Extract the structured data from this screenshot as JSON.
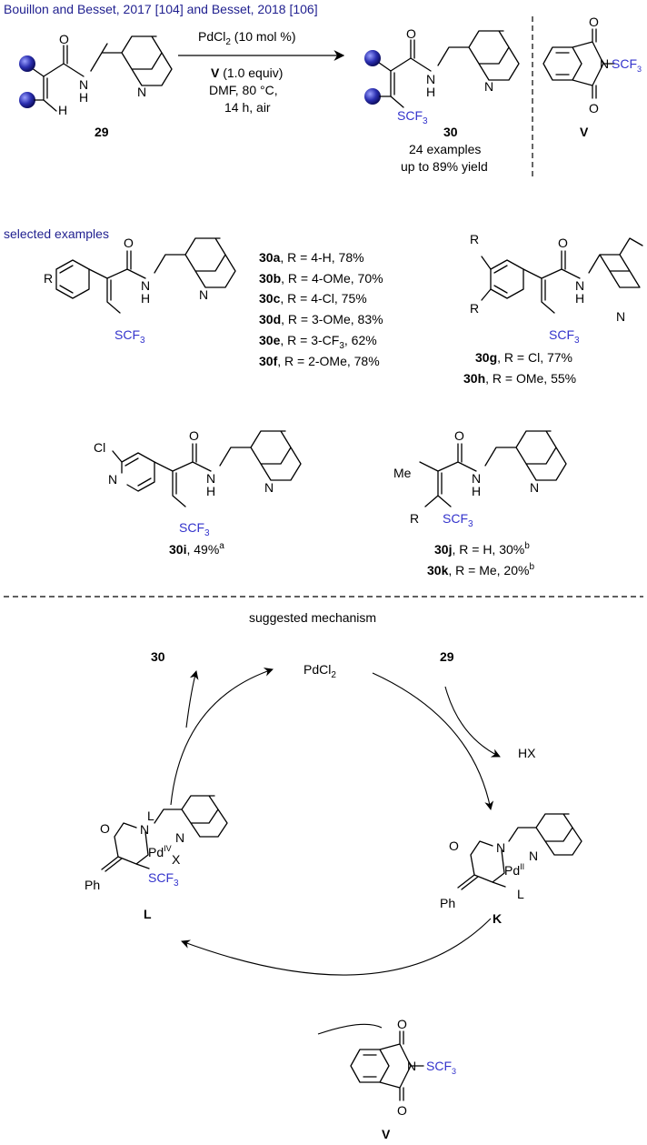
{
  "header": {
    "citation": "Bouillon and Besset, 2017 [104] and Besset, 2018 [106]"
  },
  "reaction": {
    "catalyst": "PdCl",
    "catalyst_sub": "2",
    "catalyst_rest": " (10 mol %)",
    "reagent_bold": "V",
    "reagent_rest": " (1.0 equiv)",
    "conditions_1": "DMF,  80 °C,",
    "conditions_2": "14 h, air",
    "sm_label": "29",
    "product_label": "30",
    "examples": "24 examples",
    "yield": "up to 89% yield",
    "reagent_label": "V",
    "atoms": {
      "O": "O",
      "N": "N",
      "H": "H",
      "NH": "N",
      "SCF": "SCF",
      "sub3": "3"
    }
  },
  "examples_section": {
    "title": "selected examples",
    "list_a": [
      {
        "code": "30a",
        "text": ", R = 4-H, 78%"
      },
      {
        "code": "30b",
        "text": ", R = 4-OMe, 70%"
      },
      {
        "code": "30c",
        "text": ", R = 4-Cl, 75%"
      },
      {
        "code": "30d",
        "text": ", R = 3-OMe, 83%"
      },
      {
        "code": "30e",
        "text": ", R = 3-CF",
        "sub": "3",
        "tail": ", 62%"
      },
      {
        "code": "30f",
        "text": ", R = 2-OMe, 78%"
      }
    ],
    "list_g": [
      {
        "code": "30g",
        "text": ", R = Cl, 77%"
      },
      {
        "code": "30h",
        "text": ", R = OMe, 55%"
      }
    ],
    "ex_i": {
      "code": "30i",
      "text": ", 49%",
      "sup": "a",
      "cl": "Cl",
      "n": "N"
    },
    "list_j": [
      {
        "code": "30j",
        "text": ", R = H, 30%",
        "sup": "b"
      },
      {
        "code": "30k",
        "text": ", R = Me, 20%",
        "sup": "b"
      }
    ],
    "r": "R",
    "me": "Me"
  },
  "mechanism": {
    "title": "suggested mechanism",
    "top_cat": "PdCl",
    "top_cat_sub": "2",
    "product": "30",
    "substrate": "29",
    "byproduct": "HX",
    "int_K": "K",
    "int_L": "L",
    "reagent": "V",
    "pd": "Pd",
    "pd_ii": "II",
    "pd_iv": "IV",
    "ligand": "L",
    "x": "X",
    "ph": "Ph"
  }
}
